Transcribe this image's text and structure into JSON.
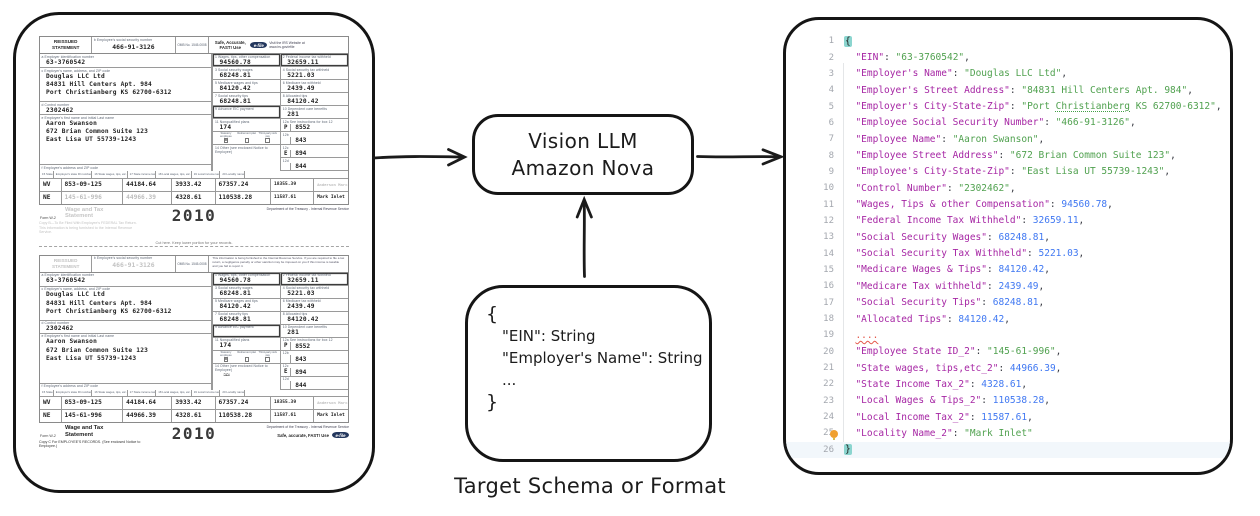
{
  "diagram": {
    "llm_box": {
      "line1": "Vision LLM",
      "line2": "Amazon Nova"
    },
    "schema_box": {
      "lines": [
        {
          "text": "{",
          "cls": "ind0"
        },
        {
          "text": "\"EIN\": String",
          "cls": "ind1"
        },
        {
          "text": "\"Employer's Name\": String",
          "cls": "ind1"
        },
        {
          "text": "...",
          "cls": "ind1"
        },
        {
          "text": "}",
          "cls": "ind0"
        }
      ],
      "caption": "Target Schema or Format"
    }
  },
  "w2": {
    "copies": [
      {
        "variant": "b"
      },
      {
        "variant": "c"
      }
    ],
    "cut_line": "Cut here.  Keep lower portion for your records.",
    "header": {
      "reissued": "REISSUED STATEMENT",
      "b_label": "b  Employee's social security number",
      "ssn": "466-91-3126",
      "omb": "OMB No. 1545-0008",
      "safe": "Safe, Accurate, FAST! Use",
      "efile": "e-file",
      "visit": "Visit the IRS Website at www.irs.gov/efile",
      "note_c": "This information is being furnished to the Internal Revenue Service. If you are required to file a tax return, a negligence penalty or other sanction may be imposed on you if this income is taxable and you fail to report it."
    },
    "left": {
      "a_label": "a  Employer identification number",
      "ein": "63-3760542",
      "c_label": "c  Employer's name, address, and ZIP code",
      "employer_lines": [
        "Douglas LLC Ltd",
        "84831 Hill Centers Apt. 984",
        "Port Christianberg KS  62700-6312"
      ],
      "d_label": "d  Control number",
      "control": "2302462",
      "e_label": "e  Employee's first name and initial        Last name",
      "employee_lines": [
        "Aaron  Swanson",
        "672 Brian Common Suite 123",
        "East Lisa UT    55739-1243"
      ],
      "f_label": "f  Employee's address and ZIP code"
    },
    "col1_boxes": [
      {
        "num": "1",
        "label": "Wages, tips, other compensation",
        "value": "94560.78",
        "hlc": "hl"
      },
      {
        "num": "3",
        "label": "Social security wages",
        "value": "68248.81",
        "hlc": ""
      },
      {
        "num": "5",
        "label": "Medicare wages and tips",
        "value": "84120.42",
        "hlc": ""
      },
      {
        "num": "7",
        "label": "Social security tips",
        "value": "68248.81",
        "hlc": ""
      },
      {
        "num": "9",
        "label": "Advance EIC payment",
        "value": "",
        "hlc": "hl"
      },
      {
        "num": "11",
        "label": "Nonqualified plans",
        "value": "174",
        "hlc": ""
      }
    ],
    "col2_boxes": [
      {
        "num": "2",
        "label": "Federal income tax withheld",
        "value": "32659.11",
        "hlc": "hl"
      },
      {
        "num": "4",
        "label": "Social security tax withheld",
        "value": "5221.03",
        "hlc": ""
      },
      {
        "num": "6",
        "label": "Medicare tax withheld",
        "value": "2439.49",
        "hlc": ""
      },
      {
        "num": "8",
        "label": "Allocated tips",
        "value": "84120.42",
        "hlc": ""
      },
      {
        "num": "10",
        "label": "Dependent care benefits",
        "value": "281",
        "hlc": ""
      }
    ],
    "box12": [
      {
        "num": "12a",
        "label": "See instructions for box 12",
        "code": "P",
        "value": "8552"
      },
      {
        "num": "12b",
        "label": "",
        "code": "",
        "value": "843"
      },
      {
        "num": "12c",
        "label": "",
        "code": "E",
        "value": "894"
      },
      {
        "num": "12d",
        "label": "",
        "code": "",
        "value": "844"
      }
    ],
    "box13": {
      "num": "13",
      "checks": [
        {
          "label": "Statutory employee",
          "cls": "on"
        },
        {
          "label": "Retirement plan",
          "cls": ""
        },
        {
          "label": "Third-party sick pay",
          "cls": ""
        }
      ]
    },
    "box14": {
      "num": "14",
      "label": "Other (see enclosed Notice to Employee)",
      "scribble": "≈≈"
    },
    "state_table": {
      "headers": [
        "15 State",
        "Employer's state ID number",
        "16 State wages, tips, etc.",
        "17 State income tax",
        "18 Local wages, tips, etc.",
        "19 Local income tax",
        "20 Locality name"
      ],
      "rows": [
        {
          "state": "WV",
          "id": "853-09-125",
          "wages": "44184.64",
          "tax": "3933.42",
          "lwages": "67357.24",
          "ltax": "18355.39",
          "locality": "Anderson Marcia",
          "lclass": "faint",
          "idc": "",
          "wc": ""
        },
        {
          "state": "NE",
          "id": "145-61-996",
          "wages": "44966.39",
          "tax": "4328.61",
          "lwages": "110538.28",
          "ltax": "11587.61",
          "locality": "Mark Inlet",
          "lclass": "",
          "idc": "fade-b",
          "wc": "fade-b"
        }
      ]
    },
    "footer": {
      "form": "Form W-2",
      "title": "Wage and Tax Statement",
      "year": "2010",
      "dept": "Department of the Treasury - Internal Revenue Service",
      "copy_b1": "Copy B—To Be Filed With Employee's FEDERAL Tax Return.",
      "copy_b2": "This information is being furnished to the Internal Revenue Service.",
      "copy_c1": "Copy C For EMPLOYEE'S RECORDS.",
      "copy_c2": "(See enclosed Notice to Employee.)",
      "safe": "Safe, accurate, FAST! Use",
      "efile": "e-file"
    }
  },
  "editor": {
    "colors": {
      "key": "#A626A4",
      "string": "#50A14F",
      "number": "#4078F2",
      "punctuation": "#383A42",
      "line_number": "#A3A7AE",
      "bracket_highlight_bg": "#8BD5CF",
      "error": "#E45649",
      "lightbulb": "#F0A030",
      "current_line_bg": "#F2F7FB"
    },
    "lines": [
      {
        "n": 1,
        "t": [
          [
            "b",
            "{"
          ]
        ]
      },
      {
        "n": 2,
        "t": [
          [
            "p",
            "  "
          ],
          [
            "k",
            "\"EIN\""
          ],
          [
            "p",
            ": "
          ],
          [
            "s",
            "\"63-3760542\""
          ],
          [
            "p",
            ","
          ]
        ]
      },
      {
        "n": 3,
        "t": [
          [
            "p",
            "  "
          ],
          [
            "k",
            "\"Employer's Name\""
          ],
          [
            "p",
            ": "
          ],
          [
            "s",
            "\"Douglas LLC Ltd\""
          ],
          [
            "p",
            ","
          ]
        ]
      },
      {
        "n": 4,
        "t": [
          [
            "p",
            "  "
          ],
          [
            "k",
            "\"Employer's Street Address\""
          ],
          [
            "p",
            ": "
          ],
          [
            "s",
            "\"84831 Hill Centers Apt. 984\""
          ],
          [
            "p",
            ","
          ]
        ]
      },
      {
        "n": 5,
        "t": [
          [
            "p",
            "  "
          ],
          [
            "k",
            "\"Employer's City-State-Zip\""
          ],
          [
            "p",
            ": "
          ],
          [
            "s",
            "\"Port "
          ],
          [
            "m",
            "Christianberg"
          ],
          [
            "s",
            " KS 62700-6312\""
          ],
          [
            "p",
            ","
          ]
        ]
      },
      {
        "n": 6,
        "t": [
          [
            "p",
            "  "
          ],
          [
            "k",
            "\"Employee Social Security Number\""
          ],
          [
            "p",
            ": "
          ],
          [
            "s",
            "\"466-91-3126\""
          ],
          [
            "p",
            ","
          ]
        ]
      },
      {
        "n": 7,
        "t": [
          [
            "p",
            "  "
          ],
          [
            "k",
            "\"Employee Name\""
          ],
          [
            "p",
            ": "
          ],
          [
            "s",
            "\"Aaron Swanson\""
          ],
          [
            "p",
            ","
          ]
        ]
      },
      {
        "n": 8,
        "t": [
          [
            "p",
            "  "
          ],
          [
            "k",
            "\"Employee Street Address\""
          ],
          [
            "p",
            ": "
          ],
          [
            "s",
            "\"672 Brian Common Suite 123\""
          ],
          [
            "p",
            ","
          ]
        ]
      },
      {
        "n": 9,
        "t": [
          [
            "p",
            "  "
          ],
          [
            "k",
            "\"Employee's City-State-Zip\""
          ],
          [
            "p",
            ": "
          ],
          [
            "s",
            "\"East Lisa UT 55739-1243\""
          ],
          [
            "p",
            ","
          ]
        ]
      },
      {
        "n": 10,
        "t": [
          [
            "p",
            "  "
          ],
          [
            "k",
            "\"Control Number\""
          ],
          [
            "p",
            ": "
          ],
          [
            "s",
            "\"2302462\""
          ],
          [
            "p",
            ","
          ]
        ]
      },
      {
        "n": 11,
        "t": [
          [
            "p",
            "  "
          ],
          [
            "k",
            "\"Wages, Tips & other Compensation\""
          ],
          [
            "p",
            ": "
          ],
          [
            "n",
            "94560.78"
          ],
          [
            "p",
            ","
          ]
        ]
      },
      {
        "n": 12,
        "t": [
          [
            "p",
            "  "
          ],
          [
            "k",
            "\"Federal Income Tax Withheld\""
          ],
          [
            "p",
            ": "
          ],
          [
            "n",
            "32659.11"
          ],
          [
            "p",
            ","
          ]
        ]
      },
      {
        "n": 13,
        "t": [
          [
            "p",
            "  "
          ],
          [
            "k",
            "\"Social Security Wages\""
          ],
          [
            "p",
            ": "
          ],
          [
            "n",
            "68248.81"
          ],
          [
            "p",
            ","
          ]
        ]
      },
      {
        "n": 14,
        "t": [
          [
            "p",
            "  "
          ],
          [
            "k",
            "\"Social Security Tax Withheld\""
          ],
          [
            "p",
            ": "
          ],
          [
            "n",
            "5221.03"
          ],
          [
            "p",
            ","
          ]
        ]
      },
      {
        "n": 15,
        "t": [
          [
            "p",
            "  "
          ],
          [
            "k",
            "\"Medicare Wages & Tips\""
          ],
          [
            "p",
            ": "
          ],
          [
            "n",
            "84120.42"
          ],
          [
            "p",
            ","
          ]
        ]
      },
      {
        "n": 16,
        "t": [
          [
            "p",
            "  "
          ],
          [
            "k",
            "\"Medicare Tax withheld\""
          ],
          [
            "p",
            ": "
          ],
          [
            "n",
            "2439.49"
          ],
          [
            "p",
            ","
          ]
        ]
      },
      {
        "n": 17,
        "t": [
          [
            "p",
            "  "
          ],
          [
            "k",
            "\"Social Security Tips\""
          ],
          [
            "p",
            ": "
          ],
          [
            "n",
            "68248.81"
          ],
          [
            "p",
            ","
          ]
        ]
      },
      {
        "n": 18,
        "t": [
          [
            "p",
            "  "
          ],
          [
            "k",
            "\"Allocated Tips\""
          ],
          [
            "p",
            ": "
          ],
          [
            "n",
            "84120.42"
          ],
          [
            "p",
            ","
          ]
        ]
      },
      {
        "n": 19,
        "t": [
          [
            "p",
            "  "
          ],
          [
            "r",
            "...."
          ]
        ]
      },
      {
        "n": 20,
        "t": [
          [
            "p",
            "  "
          ],
          [
            "k",
            "\"Employee State ID_2\""
          ],
          [
            "p",
            ": "
          ],
          [
            "s",
            "\"145-61-996\""
          ],
          [
            "p",
            ","
          ]
        ]
      },
      {
        "n": 21,
        "t": [
          [
            "p",
            "  "
          ],
          [
            "k",
            "\"State wages, tips,etc_2\""
          ],
          [
            "p",
            ": "
          ],
          [
            "n",
            "44966.39"
          ],
          [
            "p",
            ","
          ]
        ]
      },
      {
        "n": 22,
        "t": [
          [
            "p",
            "  "
          ],
          [
            "k",
            "\"State Income Tax_2\""
          ],
          [
            "p",
            ": "
          ],
          [
            "n",
            "4328.61"
          ],
          [
            "p",
            ","
          ]
        ]
      },
      {
        "n": 23,
        "t": [
          [
            "p",
            "  "
          ],
          [
            "k",
            "\"Local Wages & Tips_2\""
          ],
          [
            "p",
            ": "
          ],
          [
            "n",
            "110538.28"
          ],
          [
            "p",
            ","
          ]
        ]
      },
      {
        "n": 24,
        "t": [
          [
            "p",
            "  "
          ],
          [
            "k",
            "\"Local Income Tax_2\""
          ],
          [
            "p",
            ": "
          ],
          [
            "n",
            "11587.61"
          ],
          [
            "p",
            ","
          ]
        ]
      },
      {
        "n": 25,
        "bulb": true,
        "t": [
          [
            "p",
            "  "
          ],
          [
            "k",
            "\"Locality Name_2\""
          ],
          [
            "p",
            ": "
          ],
          [
            "s",
            "\"Mark Inlet\""
          ]
        ]
      },
      {
        "n": 26,
        "cur": true,
        "t": [
          [
            "b",
            "}"
          ]
        ]
      }
    ]
  }
}
